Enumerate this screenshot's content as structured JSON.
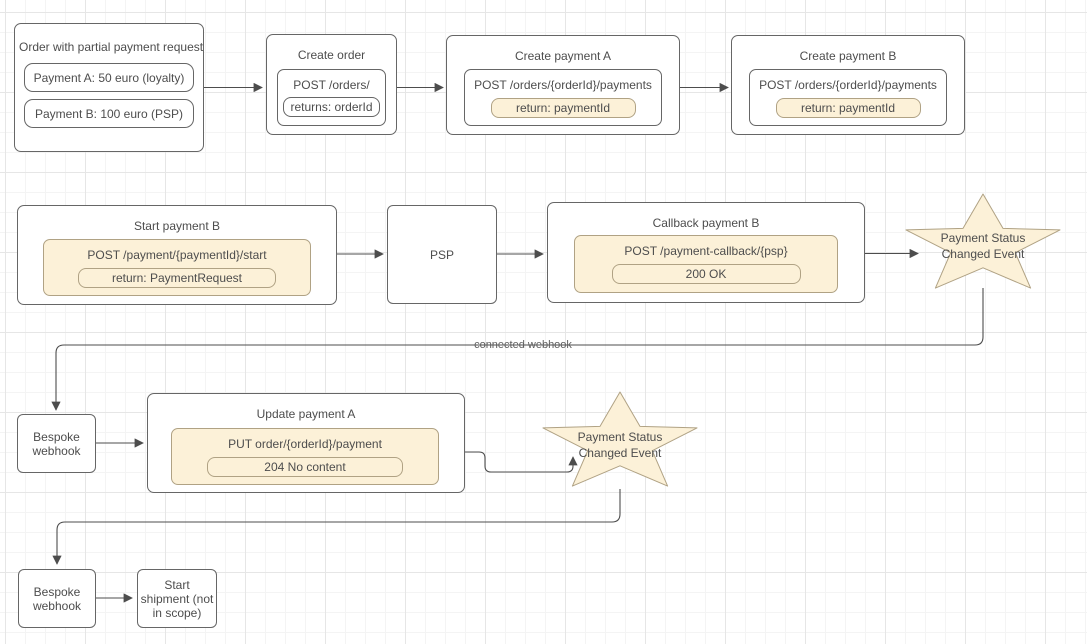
{
  "diagram_type": "flowchart",
  "colors": {
    "canvas_bg": "#ffffff",
    "grid_minor": "#f4f4f4",
    "grid_major": "#e6e6e6",
    "box_border": "#666666",
    "text": "#4d4d4d",
    "line": "#4d4d4d",
    "note_fill": "#fcf1d8",
    "note_border": "#b0a284"
  },
  "nodes": {
    "order_request": {
      "title": "Order with partial payment request",
      "payment_a": "Payment A: 50 euro (loyalty)",
      "payment_b": "Payment B: 100 euro (PSP)"
    },
    "create_order": {
      "title": "Create order",
      "endpoint": "POST /orders/",
      "result": "returns: orderId"
    },
    "create_payment_a": {
      "title": "Create payment A",
      "endpoint": "POST /orders/{orderId}/payments",
      "result": "return: paymentId"
    },
    "create_payment_b": {
      "title": "Create payment B",
      "endpoint": "POST /orders/{orderId}/payments",
      "result": "return: paymentId"
    },
    "start_payment_b": {
      "title": "Start payment B",
      "endpoint": "POST /payment/{paymentId}/start",
      "result": "return: PaymentRequest"
    },
    "psp": {
      "title": "PSP"
    },
    "callback_payment_b": {
      "title": "Callback payment B",
      "endpoint": "POST /payment-callback/{psp}",
      "result": "200 OK"
    },
    "payment_status_event_1": {
      "title": "Payment Status Changed Event"
    },
    "bespoke_webhook_1": {
      "title": "Bespoke webhook"
    },
    "update_payment_a": {
      "title": "Update payment A",
      "endpoint": "PUT order/{orderId}/payment",
      "result": "204 No content"
    },
    "payment_status_event_2": {
      "title": "Payment Status Changed Event"
    },
    "bespoke_webhook_2": {
      "title": "Bespoke webhook"
    },
    "start_shipment": {
      "title": "Start shipment (not in scope)"
    }
  },
  "edges": {
    "connected_webhook_label": "connected webhook"
  }
}
